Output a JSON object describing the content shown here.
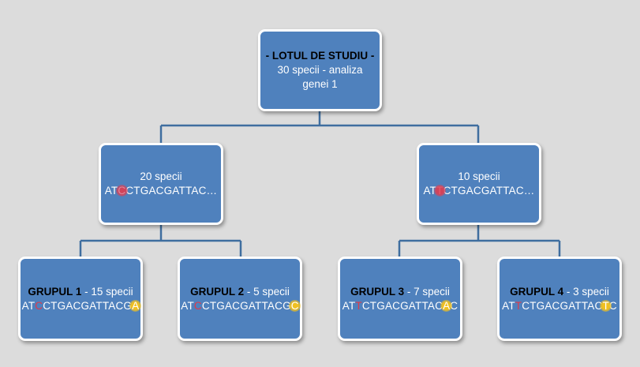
{
  "root": {
    "title": "- LOTUL DE STUDIU -",
    "line2": "30 specii - analiza",
    "line3": "genei 1"
  },
  "left": {
    "count": "20 specii",
    "seq_pre": "AT",
    "seq_mut": "C",
    "seq_post": "CTGACGATTAC…"
  },
  "right": {
    "count": "10 specii",
    "seq_pre": "AT",
    "seq_mut": "T",
    "seq_post": "CTGACGATTAC…"
  },
  "groups": [
    {
      "name": "GRUPUL 1",
      "desc": " - 15 specii",
      "seq_pre": "AT",
      "seq_mut1": "C",
      "seq_mid": "CTGACGATTACG",
      "seq_mut2": "A",
      "seq_post": ""
    },
    {
      "name": "GRUPUL 2",
      "desc": " - 5 specii",
      "seq_pre": "AT",
      "seq_mut1": "C",
      "seq_mid": "CTGACGATTACG",
      "seq_mut2": "C",
      "seq_post": ""
    },
    {
      "name": "GRUPUL 3",
      "desc": " - 7 specii",
      "seq_pre": "AT",
      "seq_mut1": "T",
      "seq_mid": "CTGACGATTAC",
      "seq_mut2": "A",
      "seq_post": "C"
    },
    {
      "name": "GRUPUL 4",
      "desc": " - 3 specii",
      "seq_pre": "AT",
      "seq_mut1": "T",
      "seq_mid": "CTGACGATTAC",
      "seq_mut2": "T",
      "seq_post": "C"
    }
  ],
  "colors": {
    "box_fill": "#4f81bd",
    "connector": "#3f6e9f",
    "mutation_red": "#d2435a",
    "mutation_yellow": "#f0c020"
  }
}
